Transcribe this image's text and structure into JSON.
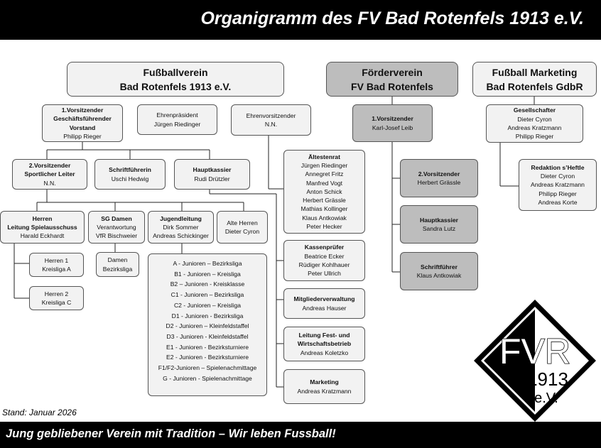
{
  "header": {
    "title": "Organigramm des FV Bad Rotenfels 1913 e.V."
  },
  "footer": {
    "slogan": "Jung gebliebener Verein mit Tradition – Wir leben Fussball!"
  },
  "stand": "Stand: Januar 2026",
  "colors": {
    "header_bg": "#000000",
    "box_light": "#f2f2f2",
    "box_dark": "#bdbdbd",
    "border": "#555555"
  },
  "top": {
    "verein": {
      "line1": "Fußballverein",
      "line2": "Bad Rotenfels 1913 e.V."
    },
    "foerder": {
      "line1": "Förderverein",
      "line2": "FV Bad Rotenfels"
    },
    "marketing": {
      "line1": "Fußball Marketing",
      "line2": "Bad Rotenfels GdbR"
    }
  },
  "vorsitz1": {
    "title1": "1.Vorsitzender",
    "title2": "Geschäftsführender",
    "title3": "Vorstand",
    "name": "Philipp Rieger"
  },
  "ehrenpraesident": {
    "title": "Ehrenpräsident",
    "name": "Jürgen Riedinger"
  },
  "ehrenvorsitzender": {
    "title": "Ehrenvorsitzender",
    "name": "N.N."
  },
  "vorsitz2": {
    "title1": "2.Vorsitzender",
    "title2": "Sportlicher Leiter",
    "name": "N.N."
  },
  "schriftfuehrerin": {
    "title": "Schriftführerin",
    "name": "Uschi Hedwig"
  },
  "hauptkassier": {
    "title": "Hauptkassier",
    "name": "Rudi Drützler"
  },
  "herren": {
    "title1": "Herren",
    "title2": "Leitung Spielausschuss",
    "name": "Harald Eckhardt"
  },
  "sgdamen": {
    "title1": "SG Damen",
    "line2": "Verantwortung",
    "line3": "VfR Bischweier"
  },
  "jugend": {
    "title": "Jugendleitung",
    "name1": "Dirk Sommer",
    "name2": "Andreas Schickinger"
  },
  "altherren": {
    "line1": "Alte Herren",
    "line2": "Dieter Cyron"
  },
  "herren1": {
    "line1": "Herren 1",
    "line2": "Kreisliga A"
  },
  "herren2": {
    "line1": "Herren 2",
    "line2": "Kreisliga C"
  },
  "damen": {
    "line1": "Damen",
    "line2": "Bezirksliga"
  },
  "junioren": [
    "A - Junioren – Bezirksliga",
    "B1 - Junioren – Kreisliga",
    "B2 – Junioren - Kreisklasse",
    "C1 - Junioren –  Bezirksliga",
    "C2 - Junioren – Kreisliga",
    "D1 - Junioren - Bezirksliga",
    "D2 - Junioren – Kleinfeldstaffel",
    "D3 - Junioren - Kleinfeldstaffel",
    "E1 - Junioren - Bezirksturniere",
    "E2 - Junioren - Bezirksturniere",
    "F1/F2-Junioren – Spielenachmittage",
    "G - Junioren - Spielenachmittage"
  ],
  "aeltestenrat": {
    "title": "Ältestenrat",
    "names": [
      "Jürgen Riedinger",
      "Annegret Fritz",
      "Manfred Vogt",
      "Anton Schick",
      "Herbert Grässle",
      "Mathias Kollinger",
      "Klaus Antkowiak",
      "Peter Hecker"
    ]
  },
  "kassenpruefer": {
    "title": "Kassenprüfer",
    "names": [
      "Beatrice Ecker",
      "Rüdiger Kohlhauer",
      "Peter Ullrich"
    ]
  },
  "mitglieder": {
    "title": "Mitgliederverwaltung",
    "name": "Andreas Hauser"
  },
  "fest": {
    "title1": "Leitung Fest- und",
    "title2": "Wirtschaftsbetrieb",
    "name": "Andreas Koletzko"
  },
  "marketingbox": {
    "title": "Marketing",
    "name": "Andreas Kratzmann"
  },
  "fv_vorsitz1": {
    "title": "1.Vorsitzender",
    "name": "Karl-Josef Leib"
  },
  "fv_vorsitz2": {
    "title": "2.Vorsitzender",
    "name": "Herbert Grässle"
  },
  "fv_kassier": {
    "title": "Hauptkassier",
    "name": "Sandra Lutz"
  },
  "fv_schrift": {
    "title": "Schriftführer",
    "name": "Klaus Antkowiak"
  },
  "gesellschafter": {
    "title": "Gesellschafter",
    "names": [
      "Dieter Cyron",
      "Andreas Kratzmann",
      "Philipp Rieger"
    ]
  },
  "redaktion": {
    "title": "Redaktion s’Heftle",
    "names": [
      "Dieter Cyron",
      "Andreas Kratzmann",
      "Philipp Rieger",
      "Andreas Korte"
    ]
  },
  "logo": {
    "letters": "FVR",
    "year": "1913",
    "suffix": "e.V."
  }
}
